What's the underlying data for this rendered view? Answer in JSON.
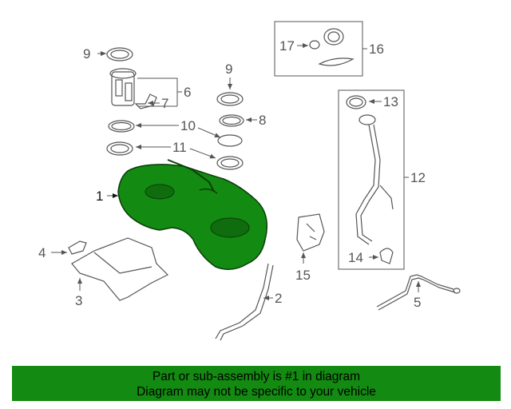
{
  "callouts": {
    "c1": "1",
    "c2": "2",
    "c3": "3",
    "c4": "4",
    "c5": "5",
    "c6": "6",
    "c7": "7",
    "c8": "8",
    "c9a": "9",
    "c9b": "9",
    "c10": "10",
    "c11": "11",
    "c12": "12",
    "c13": "13",
    "c14": "14",
    "c15": "15",
    "c16": "16",
    "c17": "17"
  },
  "banner": {
    "line1": "Part or sub-assembly is #1 in diagram",
    "line2": "Diagram may not be specific to your vehicle",
    "color": "#138a11"
  },
  "highlight_color": "#138a11"
}
